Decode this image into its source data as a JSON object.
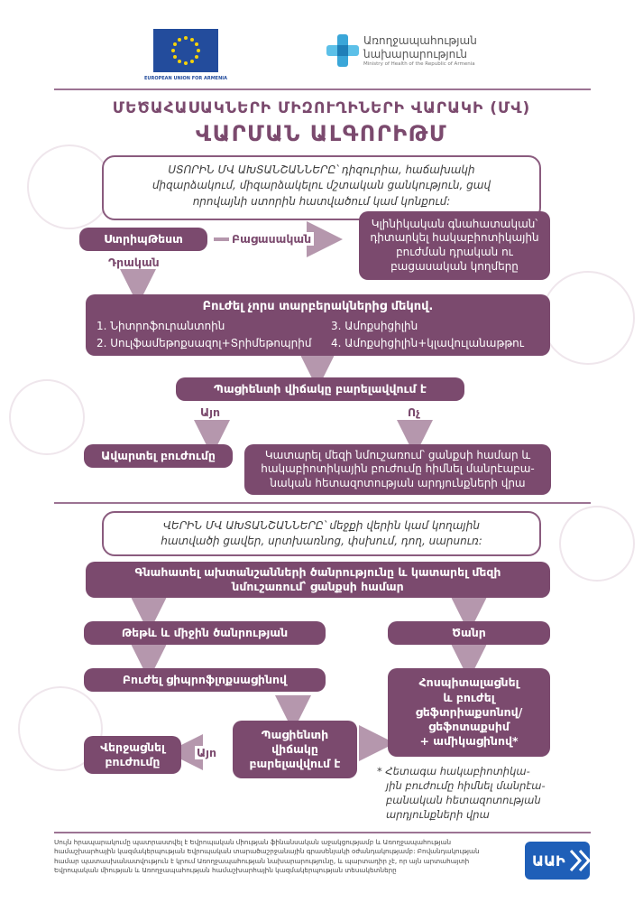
{
  "header": {
    "eu_flag_caption": "EUROPEAN UNION FOR ARMENIA",
    "ministry_name_line1": "Առողջապահության",
    "ministry_name_line2": "նախարարություն",
    "ministry_name_en": "Ministry of Health of the Republic of Armenia"
  },
  "title": {
    "line1": "ՄԵԾԱՀԱՍԱԿՆԵՐԻ ՄԻԶՈՒՂԻՆԵՐԻ ՎԱՐԱԿԻ (ՄՎ)",
    "line2": "ՎԱՐՄԱՆ ԱԼԳՈՐԻԹՄ"
  },
  "lower": {
    "intro_line1": "ՍՏՈՐԻՆ ՄՎ ԱԽՏԱՆՇԱՆՆԵՐԸ՝ դիզուրիա, հաճախակի",
    "intro_line2": "միզարձակում, միզարձակելու մշտական ցանկություն, ցավ",
    "intro_line3": "որովայնի ստորին հատվածում կամ կոնքում:",
    "test_box": "ՍտրիպԹեստ",
    "negative_label": "Բացասական",
    "clinical_line1": "Կլինիկական գնահատական՝",
    "clinical_line2": "դիտարկել հակաբիոտիկային",
    "clinical_line3": "բուժման դրական ու",
    "clinical_line4": "բացասական կողմերը",
    "positive_label": "Դրական",
    "treat_header": "Բուժել չորս տարբերակներից մեկով.",
    "option1": "1. Նիտրոֆուրանտոին",
    "option2": "2. Սուլֆամեթոքսազոլ+Տրիմեթոպրիմ",
    "option3": "3. Ամոքսիցիլին",
    "option4": "4. Ամոքսիցիլին+կլավուլանաթթու",
    "improves": "Պացիենտի վիճակը բարելավվում է",
    "yes": "Այո",
    "no": "Ոչ",
    "finish": "Ավարտել բուժումը",
    "culture_line1": "Կատարել մեզի նմուշառում՝ ցանքսի համար և",
    "culture_line2": "հակաբիոտիկային բուժումը հիմնել մանրէաբա-",
    "culture_line3": "նական հետազոտության արդյունքների վրա"
  },
  "upper": {
    "intro_line1": "ՎԵՐԻՆ ՄՎ ԱԽՏԱՆՇԱՆՆԵՐԸ՝ մեջքի վերին կամ կողային",
    "intro_line2": "հատվածի ցավեր, սրտխառնոց, փսխում, դող, սարսուռ:",
    "assess_line1": "Գնահատել ախտանշանների ծանրությունը և կատարել մեզի",
    "assess_line2": "նմուշառում՝ ցանքսի համար",
    "mild": "Թեթև և միջին ծանրության",
    "severe": "Ծանր",
    "cipro": "Բուժել ցիպրոֆլոքսացինով",
    "hosp_line1": "Հոսպիտալացնել",
    "hosp_line2": "և բուժել",
    "hosp_line3": "ցեֆտրիաքսոնով/",
    "hosp_line4": "ցեֆոտաքսիմ",
    "hosp_line5": "+ ամիկացինով*",
    "improves_line1": "Պացիենտի",
    "improves_line2": "վիճակը",
    "improves_line3": "բարելավվում է",
    "yes": "Այո",
    "stop_line1": "Վերջացնել",
    "stop_line2": "բուժումը",
    "note_line1": "* Հետագա հակաբիոտիկա-",
    "note_line2": "յին բուժումը հիմնել մանրէա-",
    "note_line3": "բանական հետազոտության",
    "note_line4": "արդյունքների վրա"
  },
  "footer": {
    "line1": "Սույն հրապարակումը պատրաստվել է Եվրոպական միության ֆինանսական աջակցությամբ և Առողջապահության",
    "line2": "համաշխարհային կազմակերպության Եվրոպական տարածաշրջանային գրասենյակի օժանդակությամբ: Բովանդակության",
    "line3": "համար պատասխանատվություն է կրում Առողջապահության նախարարությունը, և պարտադիր չէ, որ այն արտահայտի",
    "line4": "Եվրոպական միության և Առողջապահության համաշխարհային կազմակերպության տեսակետները",
    "logo_text": "ԱԱԻ"
  },
  "colors": {
    "primary": "#7b4a6e",
    "line": "#9c7393",
    "light": "#d8c4d3"
  }
}
